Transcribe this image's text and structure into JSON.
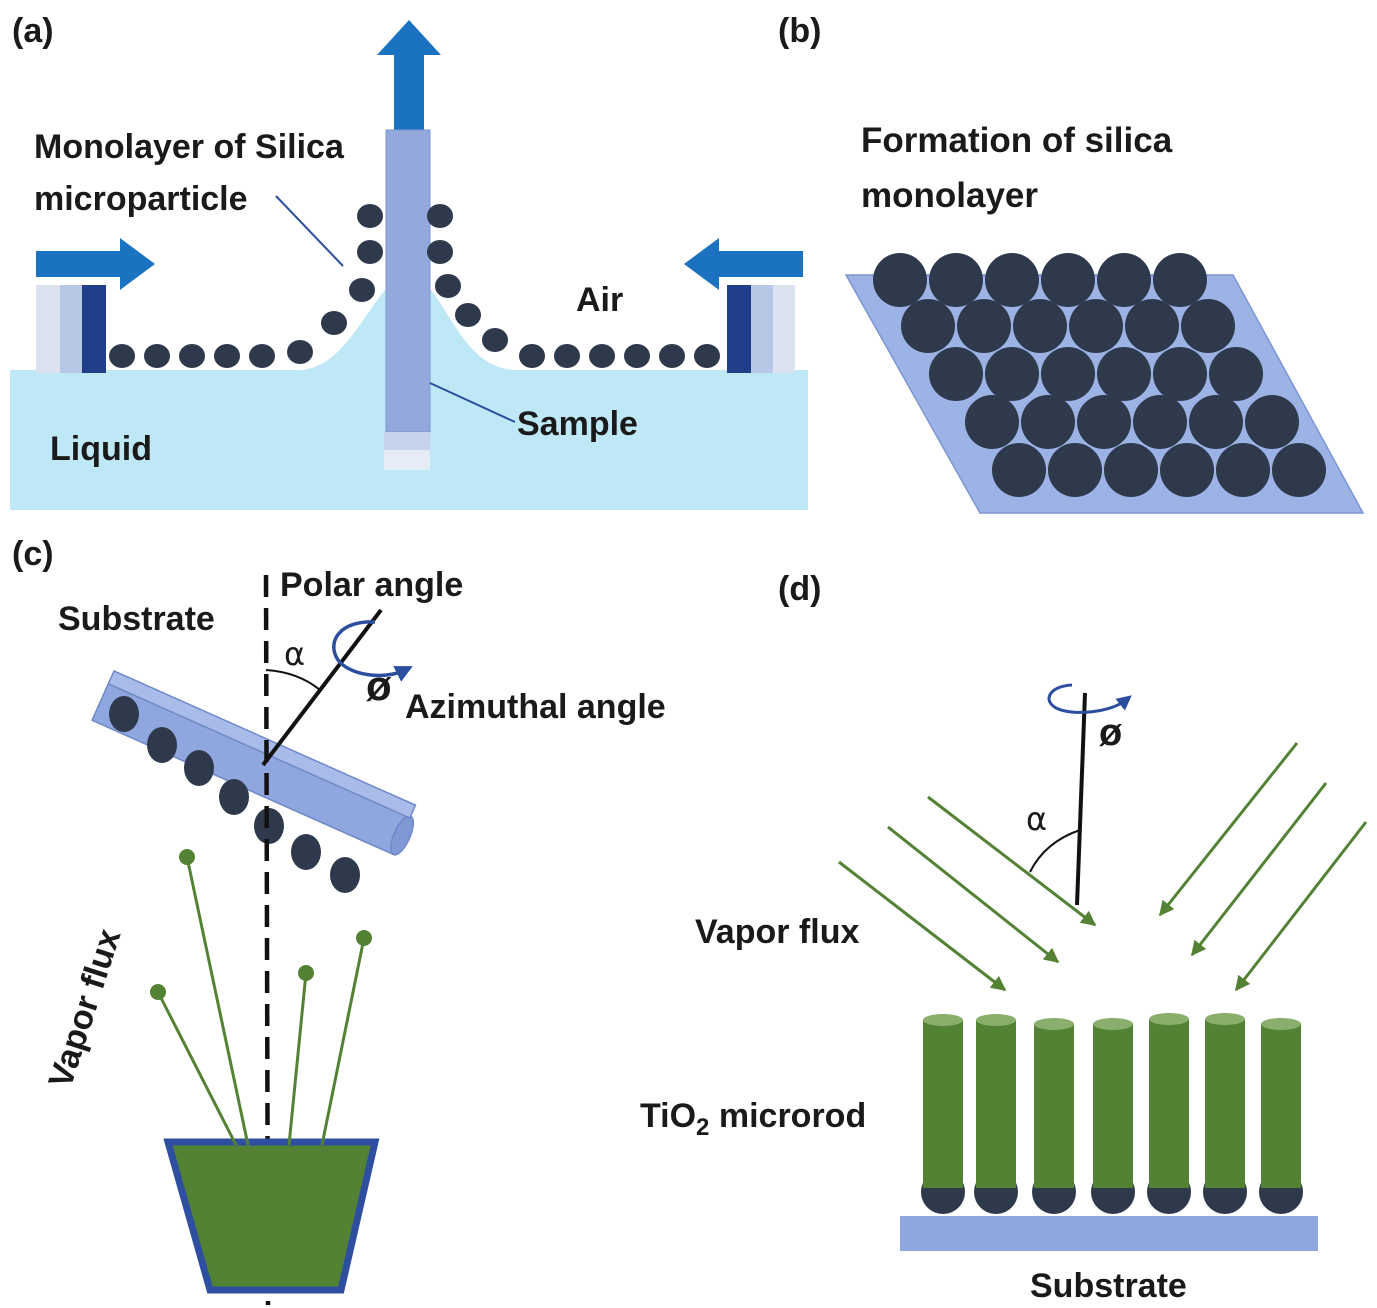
{
  "panels": {
    "a": {
      "label": "(a)",
      "monolayer_label_line1": "Monolayer of Silica",
      "monolayer_label_line2": "microparticle",
      "air_label": "Air",
      "liquid_label": "Liquid",
      "sample_label": "Sample"
    },
    "b": {
      "label": "(b)",
      "title_line1": "Formation of silica",
      "title_line2": "monolayer"
    },
    "c": {
      "label": "(c)",
      "substrate_label": "Substrate",
      "polar_angle_label": "Polar angle",
      "alpha_symbol": "α",
      "phi_symbol": "ø",
      "azimuthal_angle_label": "Azimuthal angle",
      "vapor_flux_label": "Vapor flux"
    },
    "d": {
      "label": "(d)",
      "phi_symbol": "ø",
      "alpha_symbol": "α",
      "vapor_flux_label": "Vapor flux",
      "microrod_math": "TiO",
      "microrod_subscript": "2",
      "microrod_label": " microrod",
      "substrate_label": "Substrate"
    }
  },
  "colors": {
    "particle": "#2e3a4c",
    "liquid": "#bfe8f6",
    "arrow": "#1a72c0",
    "sample": "#93a9dc",
    "substrate": "#8ea8df",
    "rod": "#548235",
    "flux": "#548235",
    "barrier_dark": "#213e8a"
  }
}
